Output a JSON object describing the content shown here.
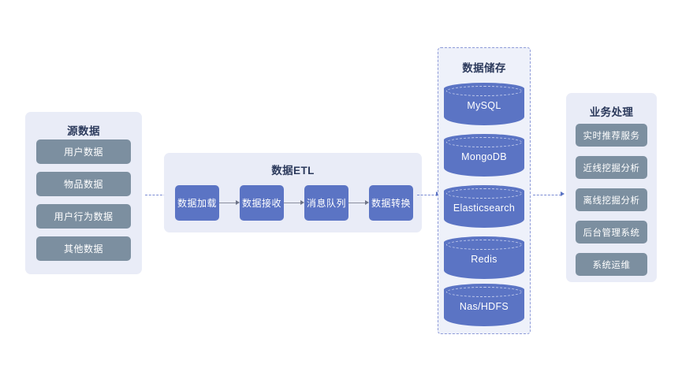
{
  "diagram": {
    "title_source": "源数据",
    "title_etl": "数据ETL",
    "title_storage": "数据储存",
    "title_business": "业务处理",
    "colors": {
      "panel_bg": "#e9ecf7",
      "slate_item": "#7c8fa0",
      "etl_blue": "#5b74c4",
      "dashed_border": "#8d9ad8",
      "title_text": "#2c3a5c",
      "arrow_dashed": "#7b8cd4",
      "arrow_solid": "#8b8f9e",
      "canvas": "#ffffff"
    }
  },
  "source": {
    "title": "源数据",
    "items": [
      {
        "label": "用户数据"
      },
      {
        "label": "物品数据"
      },
      {
        "label": "用户行为数据"
      },
      {
        "label": "其他数据"
      }
    ]
  },
  "etl": {
    "title": "数据ETL",
    "steps": [
      {
        "label": "数据加载"
      },
      {
        "label": "数据接收"
      },
      {
        "label": "消息队列"
      },
      {
        "label": "数据转换"
      }
    ]
  },
  "storage": {
    "title": "数据储存",
    "items": [
      {
        "label": "MySQL"
      },
      {
        "label": "MongoDB"
      },
      {
        "label": "Elasticsearch"
      },
      {
        "label": "Redis"
      },
      {
        "label": "Nas/HDFS"
      }
    ]
  },
  "business": {
    "title": "业务处理",
    "items": [
      {
        "label": "实时推荐服务"
      },
      {
        "label": "近线挖掘分析"
      },
      {
        "label": "离线挖掘分析"
      },
      {
        "label": "后台管理系统"
      },
      {
        "label": "系统运维"
      }
    ]
  },
  "connectors": [
    {
      "name": "source-to-etl",
      "style": "dashed"
    },
    {
      "name": "etl-to-storage",
      "style": "dashed"
    },
    {
      "name": "storage-to-business",
      "style": "dashed"
    },
    {
      "name": "etl-step-1-to-2",
      "style": "solid"
    },
    {
      "name": "etl-step-2-to-3",
      "style": "solid"
    },
    {
      "name": "etl-step-3-to-4",
      "style": "solid"
    }
  ]
}
